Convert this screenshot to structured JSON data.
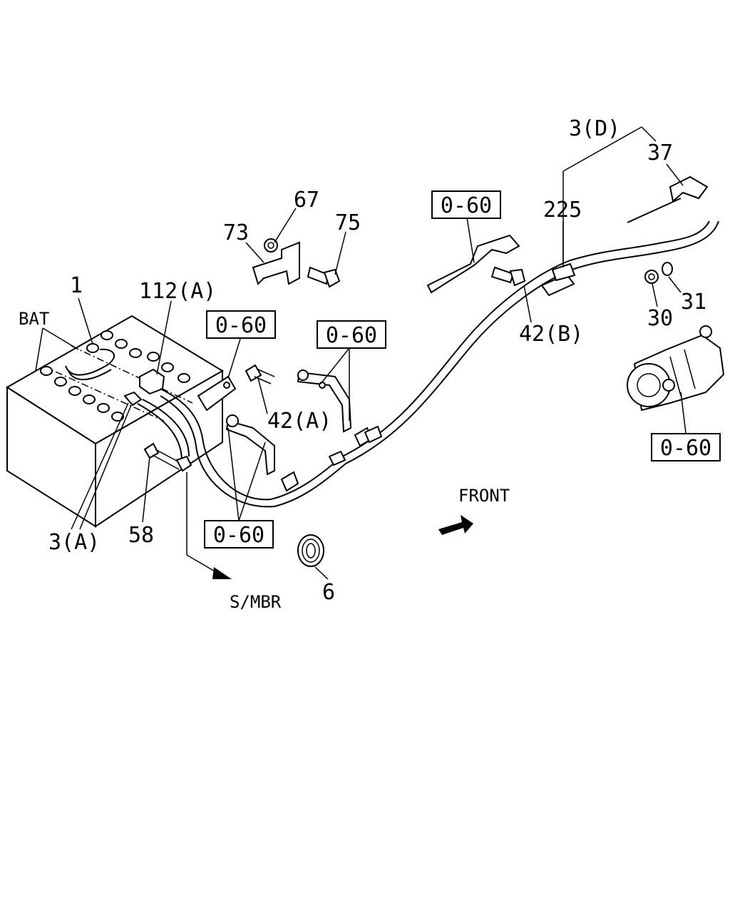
{
  "callouts": {
    "bat": "BAT",
    "p1": "1",
    "p112a": "112(A)",
    "p3a": "3(A)",
    "p58": "58",
    "p73": "73",
    "p67": "67",
    "p75": "75",
    "p42a": "42(A)",
    "p6": "6",
    "p3d": "3(D)",
    "p37": "37",
    "p225": "225",
    "p42b": "42(B)",
    "p30": "30",
    "p31": "31",
    "smbr": "S/MBR",
    "front": "FRONT"
  },
  "ref_boxes": {
    "ref1": "0-60",
    "ref2": "0-60",
    "ref3": "0-60",
    "ref4": "0-60",
    "ref5": "0-60"
  }
}
